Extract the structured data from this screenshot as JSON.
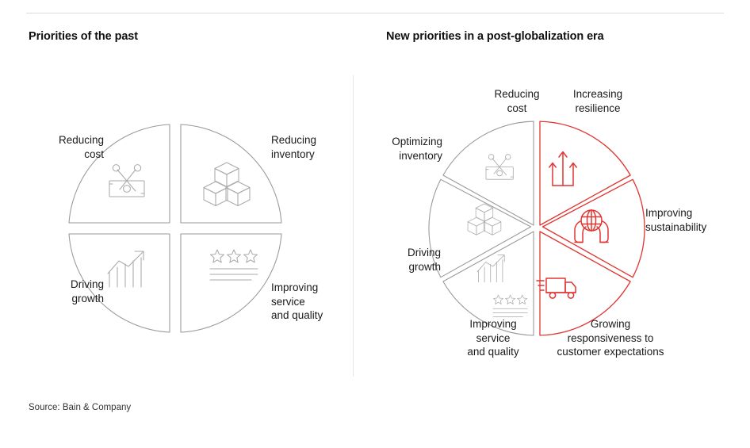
{
  "source": "Source: Bain & Company",
  "colors": {
    "red": "#e03530",
    "gray": "#9a9a9a",
    "icon_gray": "#aaaaaa",
    "text": "#1a1a1a",
    "rule": "#dcdcdc"
  },
  "panels": {
    "left": {
      "title": "Priorities of the past",
      "segment_count": 4,
      "segments": [
        {
          "label": "Reducing\ncost",
          "icon": "scissors-cutting-money-icon",
          "color": "gray",
          "position": "top-left"
        },
        {
          "label": "Reducing\ninventory",
          "icon": "stacked-boxes-icon",
          "color": "gray",
          "position": "top-right"
        },
        {
          "label": "Driving\ngrowth",
          "icon": "growth-chart-arrow-icon",
          "color": "gray",
          "position": "bottom-left"
        },
        {
          "label": "Improving\nservice\nand quality",
          "icon": "star-rating-icon",
          "color": "gray",
          "position": "bottom-right"
        }
      ]
    },
    "right": {
      "title": "New priorities in a post-globalization era",
      "segment_count": 6,
      "segments": [
        {
          "label": "Reducing\ncost",
          "icon": "scissors-cutting-money-icon",
          "color": "gray",
          "position": "top-left"
        },
        {
          "label": "Optimizing\ninventory",
          "icon": "stacked-boxes-icon",
          "color": "gray",
          "position": "mid-left"
        },
        {
          "label": "Driving\ngrowth",
          "icon": "growth-chart-arrow-icon",
          "color": "gray",
          "position": "lower-left"
        },
        {
          "label": "Improving\nservice\nand quality",
          "icon": "star-rating-icon",
          "color": "gray",
          "position": "bottom-left"
        },
        {
          "label": "Increasing\nresilience",
          "icon": "upward-arrows-icon",
          "color": "red",
          "position": "top-right"
        },
        {
          "label": "Improving\nsustainability",
          "icon": "globe-in-hands-icon",
          "color": "red",
          "position": "mid-right"
        },
        {
          "label": "Growing\nresponsiveness to\ncustomer expectations",
          "icon": "delivery-truck-icon",
          "color": "red",
          "position": "bottom-right"
        }
      ]
    }
  }
}
